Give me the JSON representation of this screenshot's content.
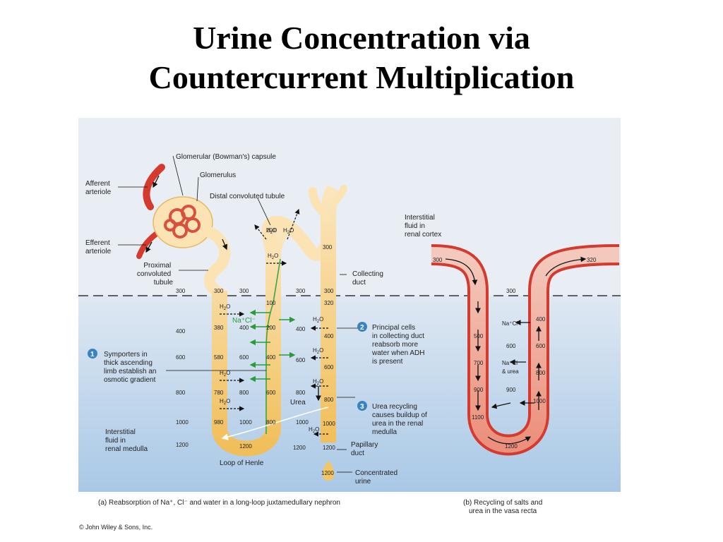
{
  "title": {
    "line1": "Urine Concentration via",
    "line2": "Countercurrent Multiplication"
  },
  "copyright": "© John Wiley & Sons, Inc.",
  "labels": {
    "glomerular_capsule": "Glomerular (Bowman's) capsule",
    "glomerulus": "Glomerulus",
    "distal_tubule": "Distal convoluted tubule",
    "afferent": [
      "Afferent",
      "arteriole"
    ],
    "efferent": [
      "Efferent",
      "arteriole"
    ],
    "proximal": [
      "Proximal",
      "convoluted",
      "tubule"
    ],
    "collecting_duct": [
      "Collecting",
      "duct"
    ],
    "interstitial_cortex": [
      "Interstitial",
      "fluid in",
      "renal cortex"
    ],
    "interstitial_medulla": [
      "Interstitial",
      "fluid in",
      "renal medulla"
    ],
    "loop_of_henle": "Loop of Henle",
    "papillary_duct": [
      "Papillary",
      "duct"
    ],
    "concentrated_urine": [
      "Concentrated",
      "urine"
    ],
    "urea": "Urea",
    "nacl": "Na⁺Cl⁻",
    "nacl_urea": [
      "Na⁺Cl⁻",
      "& urea"
    ],
    "h2o": "H",
    "h2o_sub": "2",
    "h2o_o": "O"
  },
  "steps": [
    {
      "number": "1",
      "lines": [
        "Symporters in",
        "thick ascending",
        "limb establish an",
        "osmotic gradient"
      ]
    },
    {
      "number": "2",
      "lines": [
        "Principal cells",
        "in collecting duct",
        "reabsorb more",
        "water when ADH",
        "is present"
      ]
    },
    {
      "number": "3",
      "lines": [
        "Urea recycling",
        "causes buildup of",
        "urea in the renal",
        "medulla"
      ]
    }
  ],
  "captions": {
    "a": "(a) Reabsorption of Na⁺, Cl⁻ and water in a long-loop juxtamedullary nephron",
    "b": [
      "(b) Recycling of salts and",
      "urea in the vasa recta"
    ]
  },
  "osmolarity": {
    "interstitial_left": [
      "300",
      "400",
      "600",
      "800",
      "1000",
      "1200"
    ],
    "descending": [
      "300",
      "380",
      "580",
      "780",
      "980"
    ],
    "between": [
      "300",
      "400",
      "600",
      "800",
      "1000"
    ],
    "ascending": [
      "100",
      "200",
      "400",
      "600",
      "800"
    ],
    "distal": "200",
    "loop_bottom": "1200",
    "interstitial_mid": [
      "300",
      "400",
      "600",
      "800",
      "1000",
      "1200"
    ],
    "collecting": [
      "300",
      "300",
      "320",
      "400",
      "600",
      "800",
      "1000",
      "1200"
    ],
    "urine": "1200",
    "vasa_top_left": "300",
    "vasa_top_right": "320",
    "vasa_mid": [
      "300",
      "600",
      "900"
    ],
    "vasa_desc": [
      "500",
      "700",
      "900",
      "1100"
    ],
    "vasa_asc": [
      "400",
      "600",
      "800",
      "1000"
    ],
    "vasa_bottom": "1200"
  },
  "colors": {
    "cortex": "#e9edf4",
    "medulla_top": "#dfe8f3",
    "medulla_bottom": "#a9c8e6",
    "tubule": "#fbe3b4",
    "tubule_dark": "#f2c464",
    "vessel": "#d43a2e",
    "step_badge": "#3b82c4",
    "ion_arrow": "#2a9a3a"
  }
}
